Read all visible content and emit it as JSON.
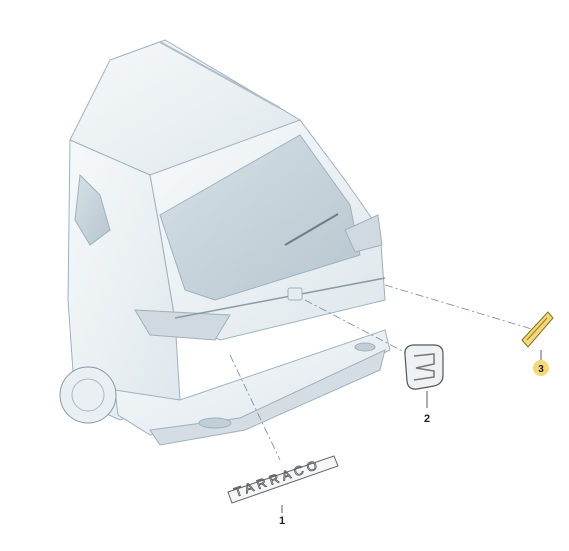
{
  "callouts": [
    {
      "id": "1",
      "part": "model-emblem"
    },
    {
      "id": "2",
      "part": "brand-logo"
    },
    {
      "id": "3",
      "part": "trim-badge"
    }
  ],
  "emblem_lettering": "TARRACO",
  "colors": {
    "body_fill": "#eef3f6",
    "body_stroke": "#9fb1bd",
    "glass": "#c7d4dc",
    "highlight": "#f3d97a",
    "line": "#7a8a95"
  }
}
